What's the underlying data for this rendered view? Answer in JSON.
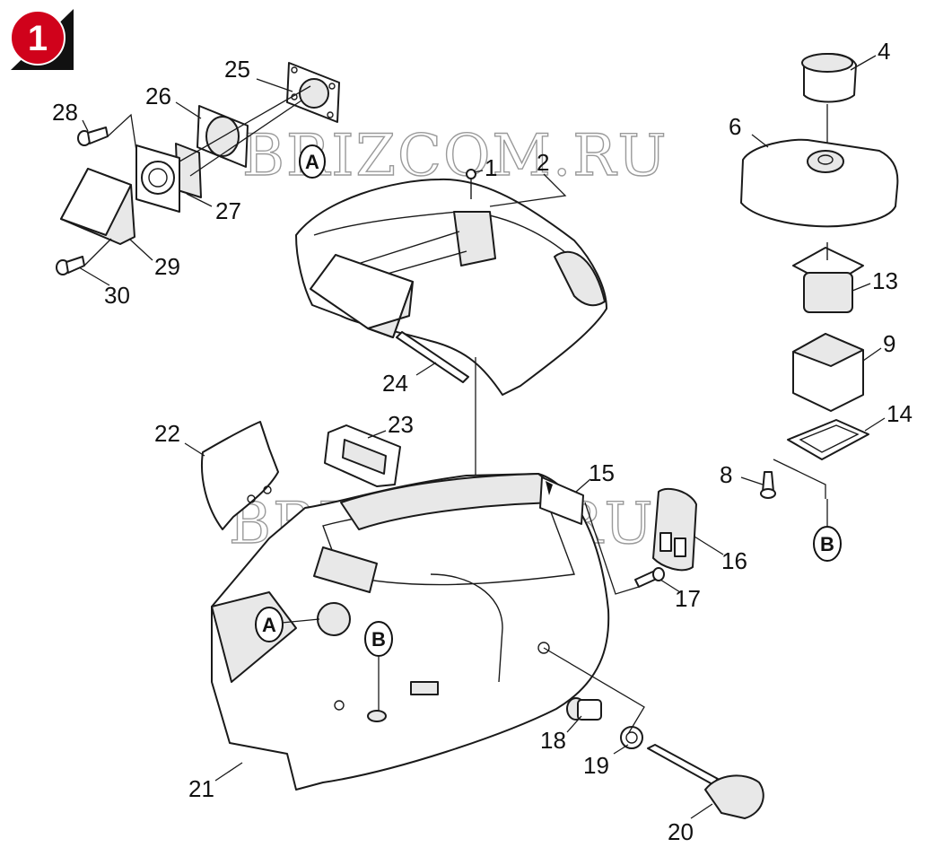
{
  "badge": {
    "label": "1",
    "color": "#d0021b"
  },
  "watermarks": [
    "BRIZCOM.RU",
    "BRIZCOM.RU"
  ],
  "part_numbers": {
    "p1": "1",
    "p2": "2",
    "p4": "4",
    "p6": "6",
    "p8": "8",
    "p9": "9",
    "p13": "13",
    "p14": "14",
    "p15": "15",
    "p16": "16",
    "p17": "17",
    "p18": "18",
    "p19": "19",
    "p20": "20",
    "p21": "21",
    "p22": "22",
    "p23": "23",
    "p24": "24",
    "p25": "25",
    "p26": "26",
    "p27": "27",
    "p28": "28",
    "p29": "29",
    "p30": "30"
  },
  "callouts": {
    "a_top": "A",
    "a_body": "A",
    "b_body": "B",
    "b_right": "B"
  }
}
